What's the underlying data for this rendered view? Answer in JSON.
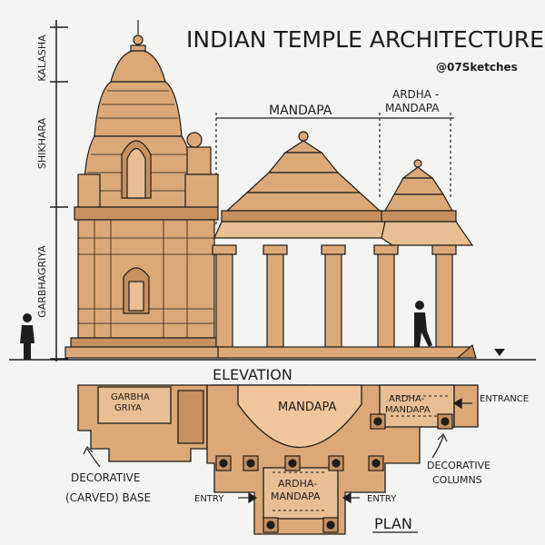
{
  "title": "INDIAN TEMPLE ARCHITECTURE",
  "handle": "@07Sketches",
  "elevation": {
    "caption": "ELEVATION",
    "vertical_labels": {
      "kalasha": "KALASHA",
      "shikhara": "SHIKHARA",
      "garbhagriya": "GARBHAGRIYA"
    },
    "mandapa": "MANDAPA",
    "ardha_mandapa_line1": "ARDHA -",
    "ardha_mandapa_line2": "MANDAPA"
  },
  "plan": {
    "caption": "PLAN",
    "garbha_line1": "GARBHA",
    "garbha_line2": "GRIYA",
    "mandapa": "MANDAPA",
    "ardha_top_line1": "ARDHA-",
    "ardha_top_line2": "MANDAPA",
    "ardha_bottom_line1": "ARDHA-",
    "ardha_bottom_line2": "MANDAPA",
    "entrance": "ENTRANCE",
    "entry_left": "ENTRY",
    "entry_right": "ENTRY",
    "decorative_base_line1": "DECORATIVE",
    "decorative_base_line2": "(CARVED) BASE",
    "decorative_columns_line1": "DECORATIVE",
    "decorative_columns_line2": "COLUMNS"
  },
  "colors": {
    "stone": "#dca877",
    "stone_dark": "#c8905e",
    "stone_light": "#e8bf92",
    "ink": "#1d1d1d",
    "paper": "#f4f4f2"
  }
}
